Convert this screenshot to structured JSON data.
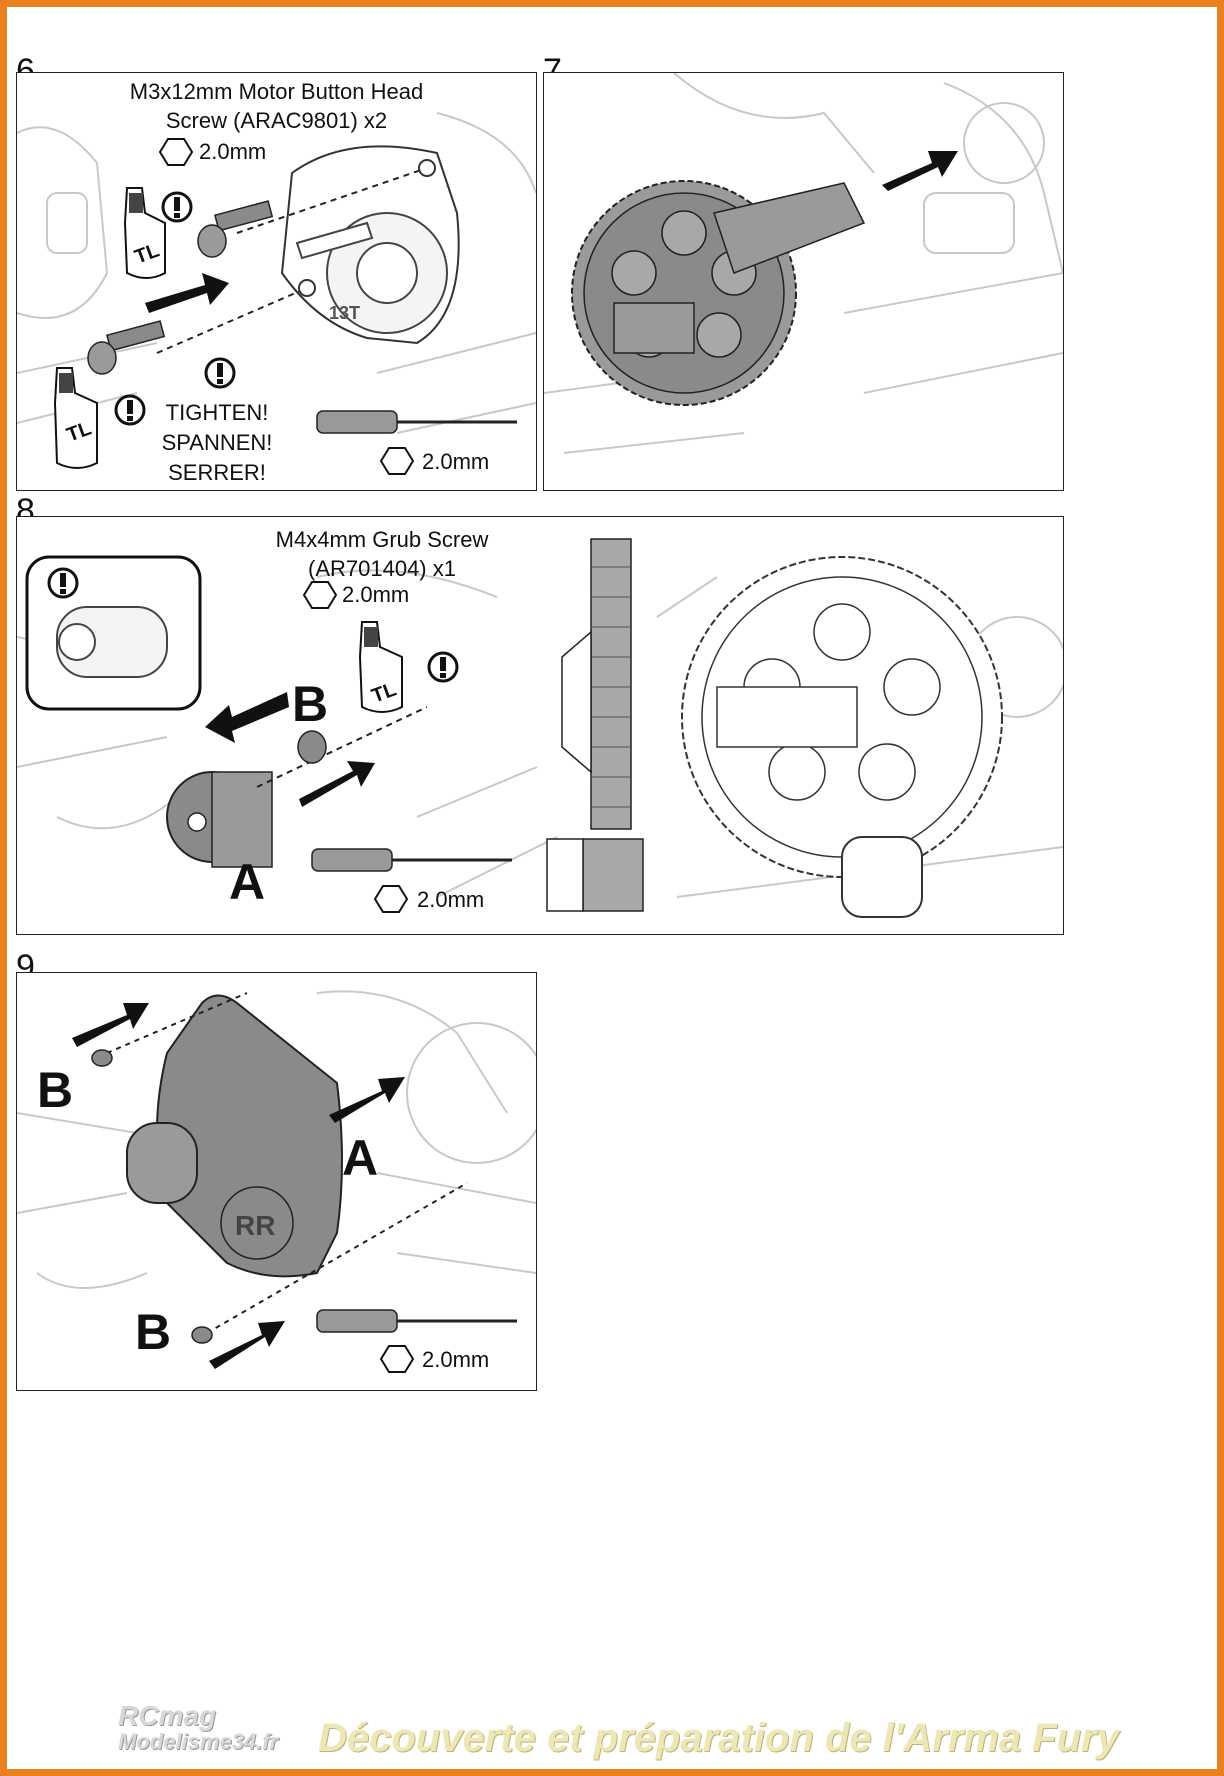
{
  "steps": [
    {
      "number": "6",
      "title_line1": "M3x12mm Motor Button Head",
      "title_line2": "Screw (ARAC9801) x2",
      "tool_size_top": "2.0mm",
      "warning_en": "TIGHTEN!",
      "warning_de": "SPANNEN!",
      "warning_fr": "SERRER!",
      "gear_label": "13T",
      "threadlock_label": "TL",
      "tool_size": "2.0mm"
    },
    {
      "number": "7"
    },
    {
      "number": "8",
      "title_line1": "M4x4mm Grub Screw",
      "title_line2": "(AR701404) x1",
      "tool_size_top": "2.0mm",
      "threadlock_label": "TL",
      "letter_a": "A",
      "letter_b": "B",
      "tool_size": "2.0mm"
    },
    {
      "number": "9",
      "letter_a": "A",
      "letter_b": "B",
      "tool_size": "2.0mm"
    }
  ],
  "footer": {
    "brand_line1": "RCmag",
    "brand_line2": "Modelisme34.fr",
    "title": "Découverte et préparation de l'Arrma Fury"
  },
  "colors": {
    "frame": "#e8801f",
    "part_gray": "#8a8a8a",
    "sketch": "#c8c8c8"
  },
  "icons": [
    "hex-icon",
    "warning-icon",
    "threadlock-bottle-icon",
    "screwdriver-icon",
    "arrow-icon"
  ]
}
